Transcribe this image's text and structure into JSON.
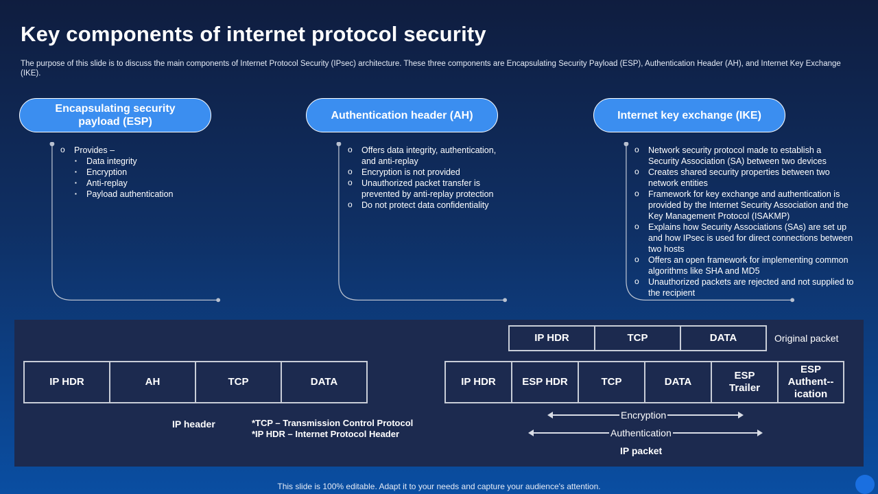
{
  "title": "Key components of internet protocol security",
  "subtitle": "The purpose of this slide is to discuss the main components of Internet Protocol Security (IPsec) architecture. These three components are Encapsulating Security Payload (ESP), Authentication Header (AH), and Internet Key Exchange (IKE).",
  "components": [
    {
      "heading": "Encapsulating security payload (ESP)",
      "items": [
        {
          "text": "Provides –",
          "sub": [
            "Data integrity",
            "Encryption",
            "Anti-replay",
            "Payload authentication"
          ]
        }
      ]
    },
    {
      "heading": "Authentication header (AH)",
      "items": [
        {
          "text": "Offers data integrity, authentication, and anti-replay"
        },
        {
          "text": "Encryption is not provided"
        },
        {
          "text": "Unauthorized packet transfer is prevented by anti-replay protection"
        },
        {
          "text": "Do not protect data confidentiality"
        }
      ]
    },
    {
      "heading": "Internet key exchange (IKE)",
      "items": [
        {
          "text": "Network security protocol made to establish a Security Association (SA) between two devices"
        },
        {
          "text": "Creates shared security properties between two network entities"
        },
        {
          "text": "Framework for key exchange and authentication is provided by the Internet Security Association and the Key Management Protocol (ISAKMP)"
        },
        {
          "text": "Explains how Security Associations (SAs) are set up and how IPsec is used for direct connections between two hosts"
        },
        {
          "text": "Offers an open framework for implementing common algorithms like SHA and MD5"
        },
        {
          "text": "Unauthorized packets are rejected and not supplied to the recipient"
        }
      ]
    }
  ],
  "diagram": {
    "original_packet": {
      "cells": [
        "IP HDR",
        "TCP",
        "DATA"
      ],
      "label": "Original packet"
    },
    "ah_packet": {
      "cells": [
        "IP HDR",
        "AH",
        "TCP",
        "DATA"
      ],
      "label": "IP header"
    },
    "esp_packet": {
      "cells": [
        "IP HDR",
        "ESP HDR",
        "TCP",
        "DATA",
        "ESP Trailer",
        "ESP Authent--ication"
      ],
      "label": "IP packet"
    },
    "notes": [
      "*TCP – Transmission  Control Protocol",
      "*IP HDR  – Internet Protocol Header"
    ],
    "encryption_label": "Encryption",
    "authentication_label": "Authentication"
  },
  "footer": "This slide is 100% editable. Adapt it to your needs and capture your audience's attention.",
  "colors": {
    "pill": "#3b8ef0",
    "panel": "#1c2a4f",
    "bg_top": "#0f1d3f",
    "bg_bottom": "#0a4ea2"
  }
}
